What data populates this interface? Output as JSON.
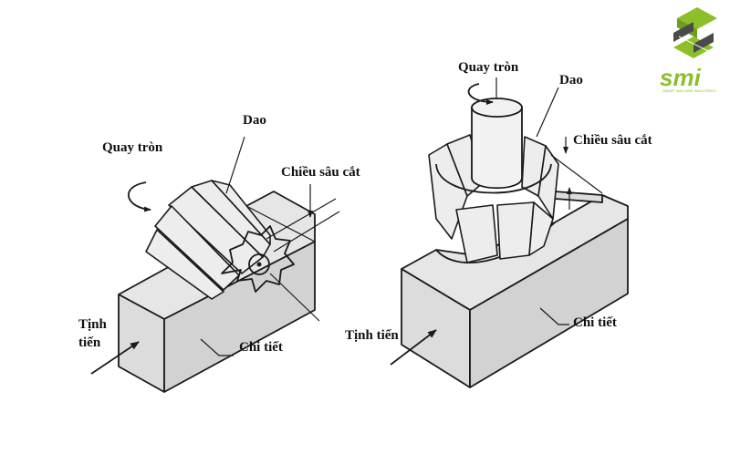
{
  "logo": {
    "text": "smi",
    "tagline": "SMART MACHINE INDUSTRIES",
    "green": "#8cbf2a",
    "dark": "#4a4a4a"
  },
  "left_figure": {
    "label_cutter": "Dao",
    "label_rotation": "Quay tròn",
    "label_depth": "Chiều sâu cắt",
    "label_feed_line1": "Tịnh",
    "label_feed_line2": "tiến",
    "label_workpiece": "Chi tiết"
  },
  "right_figure": {
    "label_rotation": "Quay tròn",
    "label_cutter": "Dao",
    "label_depth": "Chiều sâu cắt",
    "label_feed": "Tịnh tiến",
    "label_workpiece": "Chi tiết"
  },
  "colors": {
    "line": "#1a1a1a",
    "stipple": "#e6e6e6"
  }
}
